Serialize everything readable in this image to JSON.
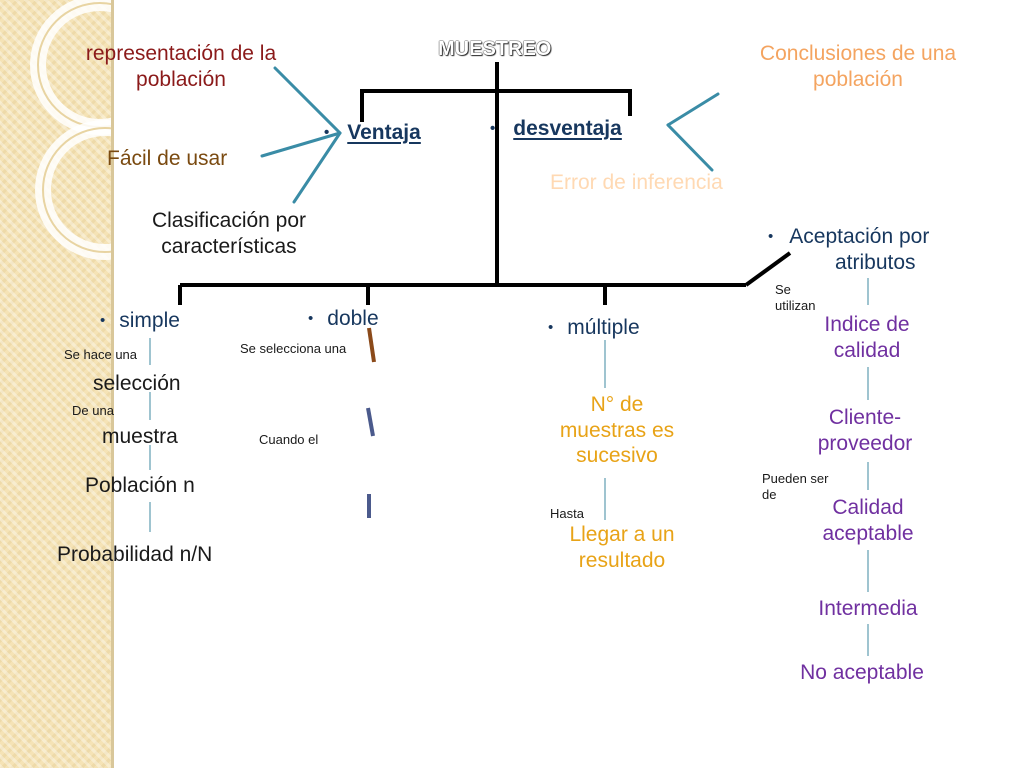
{
  "diagram": {
    "title": "MUESTREO",
    "top_left_1": "representación de la",
    "top_left_2": "población",
    "top_right_1": "Conclusiones de una",
    "top_right_2": "población",
    "ventaja": "Ventaja",
    "desventaja": "desventaja",
    "facil": "Fácil de usar",
    "error": "Error de inferencia",
    "clasif_1": "Clasificación por",
    "clasif_2": "características",
    "aceptacion_1": "Aceptación por",
    "aceptacion_2": "atributos",
    "simple": "simple",
    "doble": "doble",
    "multiple": "múltiple",
    "se_hace_una": "Se hace una",
    "seleccion": "selección",
    "de_una": "De una",
    "muestra": "muestra",
    "poblacion_n": "Población n",
    "probabilidad": "Probabilidad n/N",
    "se_selecciona_una": "Se selecciona una",
    "cuando_el": "Cuando el",
    "n_muestras_1": "N° de",
    "n_muestras_2": "muestras es",
    "n_muestras_3": "sucesivo",
    "hasta": "Hasta",
    "llegar_1": "Llegar a un",
    "llegar_2": "resultado",
    "se_utilizan": "Se utilizan",
    "indice_1": "Indice de",
    "indice_2": "calidad",
    "cliente_1": "Cliente-",
    "cliente_2": "proveedor",
    "pueden_ser_de": "Pueden ser de",
    "calidad_1": "Calidad",
    "calidad_2": "aceptable",
    "intermedia": "Intermedia",
    "no_aceptable": "No aceptable"
  },
  "colors": {
    "dark_red": "#8b1a1a",
    "orange": "#f4a460",
    "navy": "#17375e",
    "brown": "#7a4a10",
    "light_orange": "#ffd9b3",
    "teal": "#3a8ca6",
    "purple": "#7030a0",
    "gold": "#e8a317"
  }
}
